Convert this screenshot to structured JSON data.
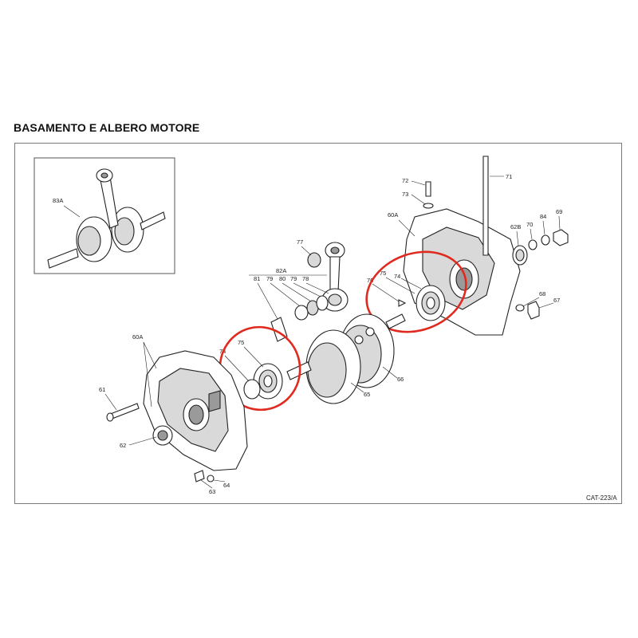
{
  "title": {
    "part1": "BASAMENTO ",
    "part2": "E",
    "part3": " ALBERO MOTORE"
  },
  "catalog_code": "CAT-223/A",
  "callouts": {
    "c83A": "83A",
    "c77": "77",
    "c82A": "82A",
    "c81": "81",
    "c79a": "79",
    "c80": "80",
    "c79b": "79",
    "c78": "78",
    "c72": "72",
    "c73": "73",
    "c71": "71",
    "c60A_right": "60A",
    "c62B": "62B",
    "c70": "70",
    "c84": "84",
    "c69": "69",
    "c74_right": "74",
    "c75_right": "75",
    "c76": "76",
    "c68": "68",
    "c67": "67",
    "c66": "66",
    "c65": "65",
    "c60A_left": "60A",
    "c74_left": "74",
    "c75_left": "75",
    "c61": "61",
    "c62": "62",
    "c63": "63",
    "c64": "64"
  },
  "highlight_color": "#e02a1f"
}
